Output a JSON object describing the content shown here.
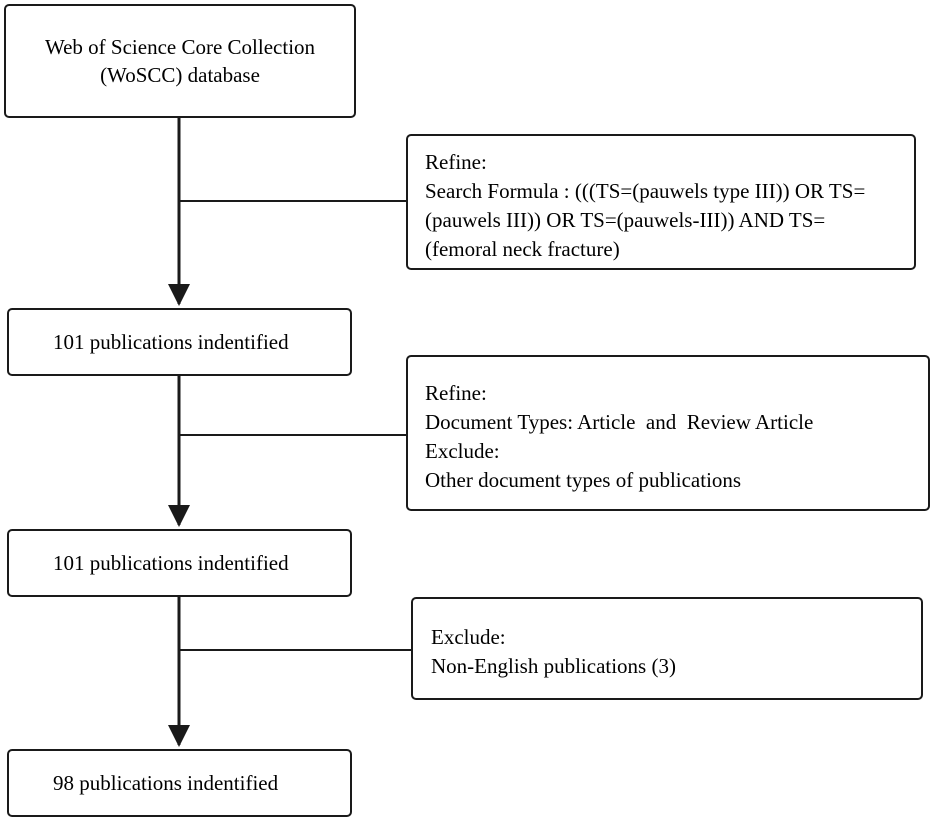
{
  "flow": {
    "source": {
      "lines": [
        "Web of Science Core Collection",
        "(WoSCC) database"
      ]
    },
    "filter1": {
      "lines": [
        "Refine:",
        "Search Formula : (((TS=(pauwels type III)) OR TS=",
        "(pauwels III)) OR TS=(pauwels-III)) AND TS=",
        "(femoral neck fracture)"
      ]
    },
    "step1": {
      "label": "101 publications indentified"
    },
    "filter2": {
      "lines": [
        "Refine:",
        "Document Types: Article  and  Review Article",
        "Exclude:",
        "Other document types of publications"
      ]
    },
    "step2": {
      "label": "101 publications indentified"
    },
    "filter3": {
      "lines": [
        "Exclude:",
        "Non-English publications (3)"
      ]
    },
    "step3": {
      "label": "98 publications indentified"
    }
  },
  "colors": {
    "line": "#1a1a1a",
    "box_border": "#1a1a1a",
    "background": "#ffffff"
  }
}
